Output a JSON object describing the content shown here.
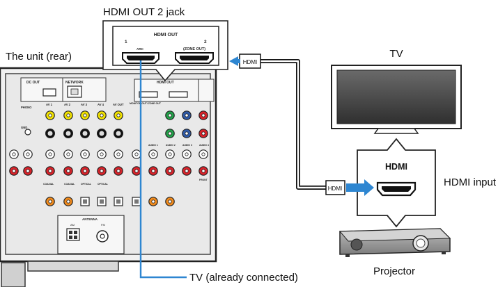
{
  "callouts": {
    "hdmi_out2_jack": "HDMI OUT 2 jack",
    "unit_rear": "The unit (rear)",
    "tv": "TV",
    "hdmi_input": "HDMI input",
    "projector": "Projector",
    "tv_connected": "TV (already connected)"
  },
  "zoom_panel": {
    "title": "HDMI OUT",
    "port1_num": "1",
    "port2_num": "2",
    "port1_sub": "ARC",
    "port2_sub": "(ZONE OUT)"
  },
  "cable_plug_label": "HDMI",
  "projector_panel_label": "HDMI",
  "rear_panel": {
    "dc_out": "DC OUT",
    "network": "NETWORK",
    "phono": "PHONO",
    "gnd": "GND",
    "av1": "AV 1",
    "av2": "AV 2",
    "av3": "AV 3",
    "av4": "AV 4",
    "av_out": "AV OUT",
    "monitor_out": "MONITOR OUT/ ZONE OUT",
    "hdmi_out": "HDMI OUT",
    "audio1": "AUDIO 1",
    "audio2": "AUDIO 2",
    "audio3": "AUDIO 3",
    "audio4": "AUDIO 4",
    "antenna": "ANTENNA",
    "am": "AM",
    "fm": "FM",
    "coaxial": "COAXIAL",
    "optical": "OPTICAL",
    "front": "FRONT"
  },
  "colors": {
    "blue_cable": "#2e86d1",
    "yellow": "#f2e200",
    "red": "#d8232a",
    "orange": "#f08a1c",
    "green": "#23a14a",
    "video_blue": "#2f5aa8"
  }
}
